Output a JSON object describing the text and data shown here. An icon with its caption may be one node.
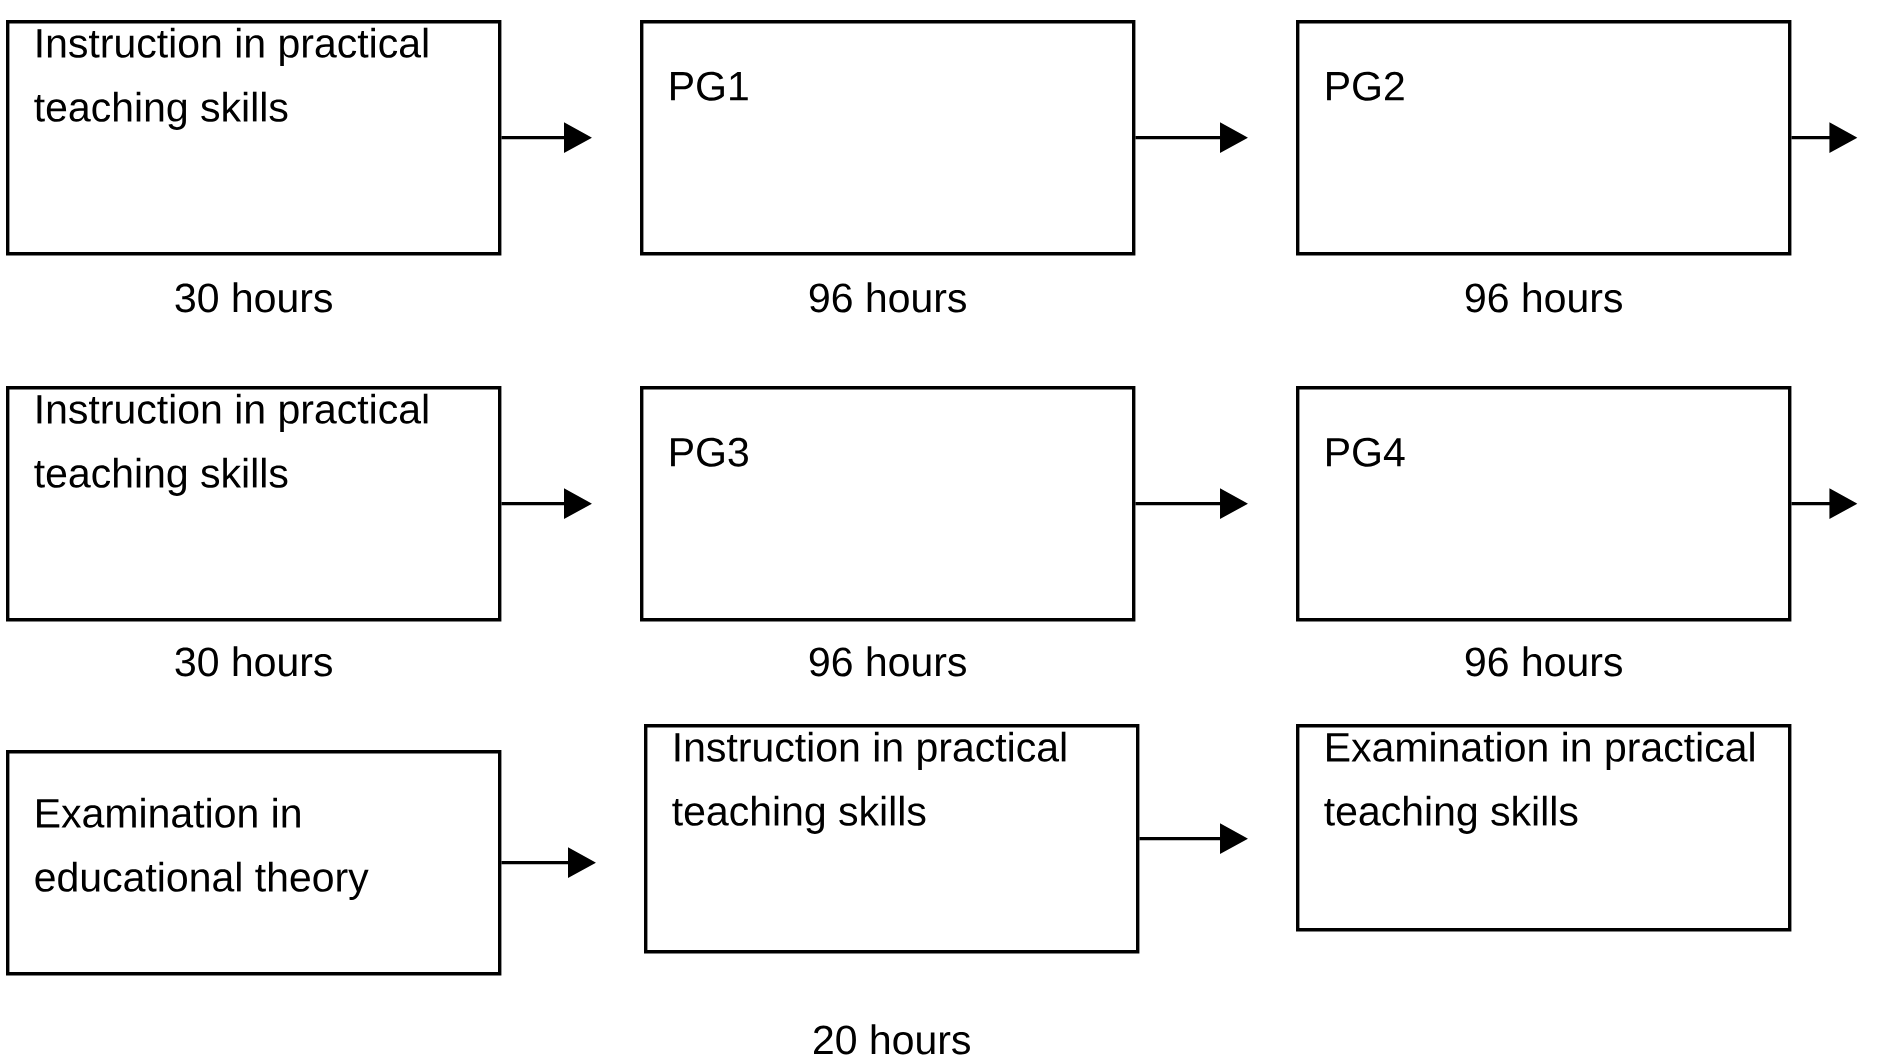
{
  "diagram": {
    "nodes": [
      {
        "text": [
          "Instruction in practical teaching skills"
        ],
        "beside": [
          "30 hours"
        ]
      },
      {
        "text": [
          "PG1"
        ],
        "beside": [
          "96 hours"
        ]
      },
      {
        "text": [
          "PG2"
        ],
        "beside": [
          "96 hours"
        ]
      },
      {
        "text": [
          "Instruction in practical teaching skills"
        ],
        "beside": [
          "30 hours"
        ]
      },
      {
        "text": [
          "PG3"
        ],
        "beside": [
          "96 hours"
        ]
      },
      {
        "text": [
          "PG4"
        ],
        "beside": [
          "96 hours"
        ]
      },
      {
        "text": [
          "Examination in educational theory"
        ]
      },
      {
        "text": [
          "Instruction in practical teaching skills"
        ],
        "beside": [
          "20 hours"
        ]
      },
      {
        "text": [
          "Examination in practical teaching skills"
        ]
      }
    ],
    "edges": [
      {
        "from": 0,
        "to": 1,
        "arrow": "to"
      },
      {
        "from": 1,
        "to": 2,
        "arrow": "to"
      },
      {
        "from": 2,
        "to": null,
        "arrow": "to"
      },
      {
        "from": 3,
        "to": 4,
        "arrow": "to"
      },
      {
        "from": 4,
        "to": 5,
        "arrow": "to"
      },
      {
        "from": 5,
        "to": null,
        "arrow": "to"
      },
      {
        "from": 6,
        "to": 7,
        "arrow": "to"
      },
      {
        "from": 7,
        "to": 8,
        "arrow": "to"
      }
    ]
  }
}
